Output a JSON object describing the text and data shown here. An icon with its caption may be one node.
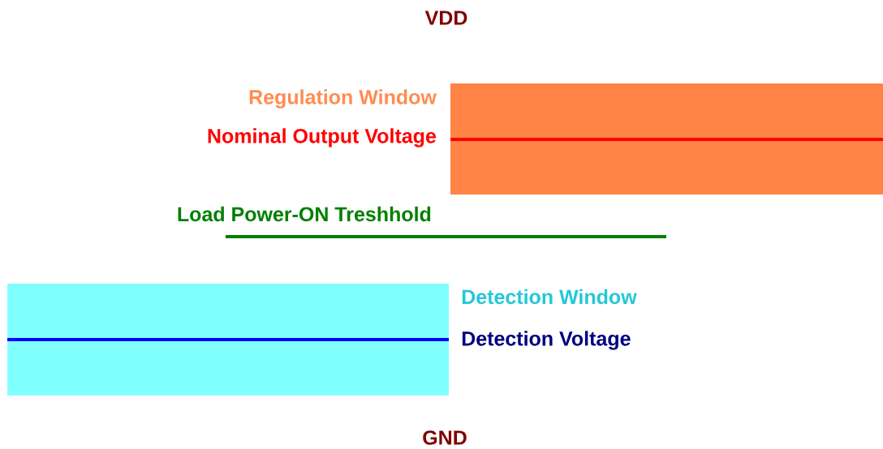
{
  "diagram": {
    "labels": [
      "VDD",
      "Regulation Window",
      "Nominal Output Voltage",
      "Load Power-ON Treshhold",
      "Detection Window",
      "Detection Voltage",
      "GND"
    ]
  }
}
